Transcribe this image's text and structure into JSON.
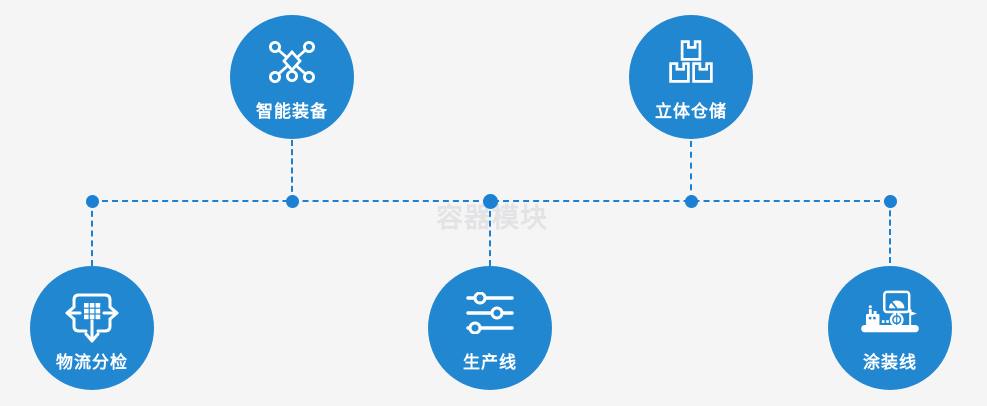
{
  "watermark_text": "容器模块",
  "colors": {
    "background": "#f5f5f6",
    "node_blue": "#2287d1",
    "connector_blue": "#1d81d3",
    "icon_white": "#ffffff",
    "watermark_gray": "#e3e3e5"
  },
  "nodes": {
    "smart_equipment": {
      "label": "智能装备",
      "icon": "network-nodes-icon",
      "position": "top-left"
    },
    "warehouse": {
      "label": "立体仓储",
      "icon": "stacked-boxes-icon",
      "position": "top-right"
    },
    "logistics": {
      "label": "物流分检",
      "icon": "sorting-grid-arrows-icon",
      "position": "bottom-left"
    },
    "production": {
      "label": "生产线",
      "icon": "sliders-icon",
      "position": "bottom-center"
    },
    "painting": {
      "label": "涂装线",
      "icon": "control-panel-icon",
      "position": "bottom-right"
    }
  }
}
